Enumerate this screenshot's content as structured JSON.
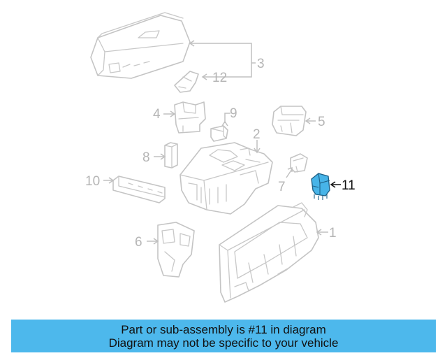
{
  "callouts": {
    "c1": "1",
    "c2": "2",
    "c3": "3",
    "c4": "4",
    "c5": "5",
    "c6": "6",
    "c7": "7",
    "c8": "8",
    "c9": "9",
    "c10": "10",
    "c11": "11",
    "c12": "12"
  },
  "highlighted_part": "11",
  "colors": {
    "highlight_fill": "#47b4e8",
    "banner_bg": "#4db8ec",
    "part_outline": "#c4c4c4"
  },
  "banner": {
    "line1": "Part or sub-assembly is #11 in diagram",
    "line2": "Diagram may not be specific to your vehicle"
  }
}
